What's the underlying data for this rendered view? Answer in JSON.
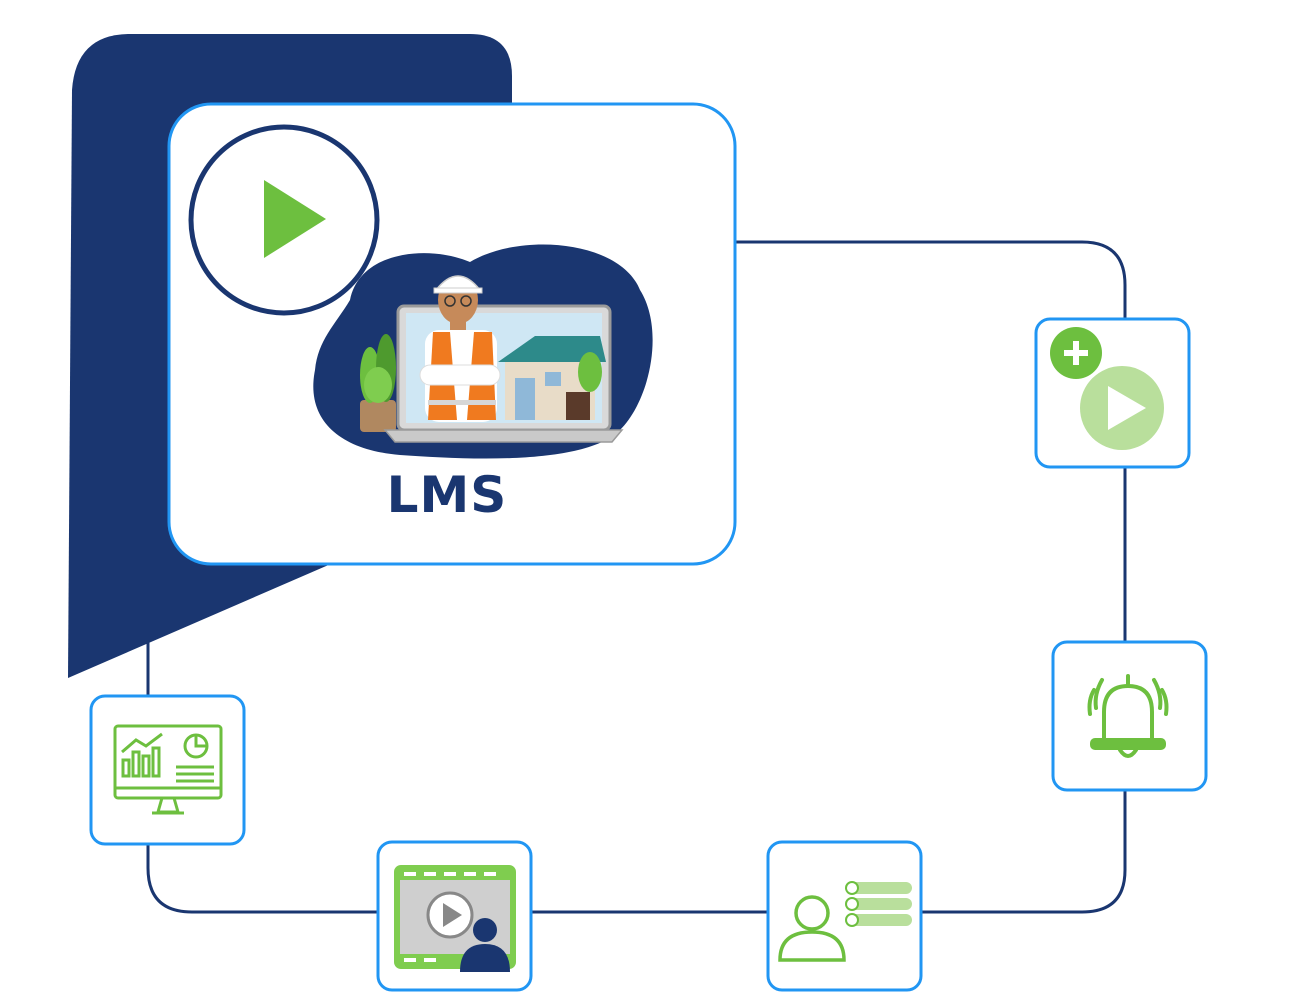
{
  "hero": {
    "label": "LMS",
    "play_icon": "play-icon",
    "illustration": "safety-worker-laptop-illustration"
  },
  "nodes": [
    {
      "name": "add-video-node",
      "icon": "add-video-icon"
    },
    {
      "name": "notification-node",
      "icon": "bell-ringing-icon"
    },
    {
      "name": "user-list-node",
      "icon": "user-list-icon"
    },
    {
      "name": "video-lesson-node",
      "icon": "video-lesson-icon"
    },
    {
      "name": "analytics-dashboard-node",
      "icon": "analytics-dashboard-icon"
    }
  ],
  "colors": {
    "navy": "#1a3670",
    "accent_blue": "#2196f3",
    "green": "#6dbf3f",
    "light_green": "#b9df9c",
    "connector": "#1a3670"
  }
}
